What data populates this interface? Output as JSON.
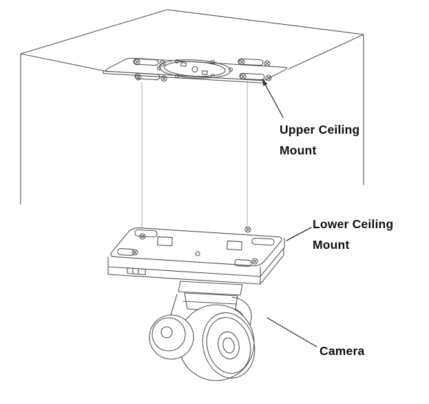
{
  "page": {
    "background_color": "#ffffff"
  },
  "diagram": {
    "kind": "ceiling-mount-installation-diagram",
    "parts": [
      "ceiling",
      "upper-ceiling-mount",
      "lower-ceiling-mount",
      "camera"
    ],
    "labels": {
      "upper_mount": "Upper Ceiling Mount",
      "lower_mount": "Lower Ceiling Mount",
      "camera": "Camera"
    },
    "colors": {
      "outline": "#4f4f4f",
      "thin_guide": "#9a9a9a",
      "leader_line": "#2e2e2e",
      "label_text": "#101010",
      "background": "#ffffff"
    }
  }
}
